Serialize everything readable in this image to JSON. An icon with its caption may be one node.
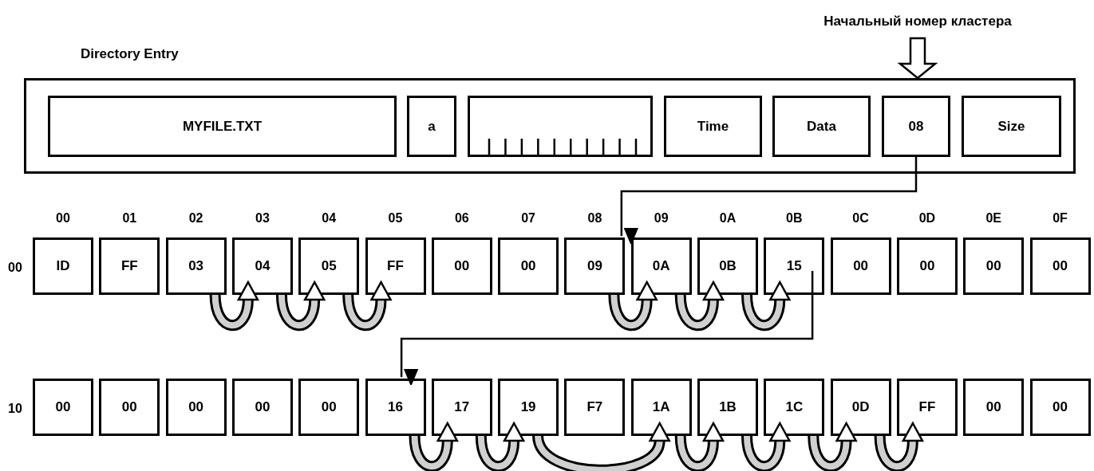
{
  "diagram": {
    "nodes": [
      {
        "text": [
          "Directory Entry"
        ]
      },
      {
        "text": [
          "MYFILE.TXT"
        ],
        "in": 0
      },
      {
        "text": [
          "a"
        ],
        "in": 0
      },
      {
        "text": [],
        "shape": "box",
        "in": 0
      },
      {
        "text": [
          "Time"
        ],
        "in": 0
      },
      {
        "text": [
          "Data"
        ],
        "in": 0
      },
      {
        "text": [
          "08"
        ],
        "in": 0
      },
      {
        "text": [
          "Size"
        ],
        "in": 0
      },
      {
        "text": [
          "Начальный номер кластера"
        ]
      },
      {
        "text": [
          "ID"
        ]
      },
      {
        "text": [
          "FF"
        ]
      },
      {
        "text": [
          "03"
        ]
      },
      {
        "text": [
          "04"
        ]
      },
      {
        "text": [
          "05"
        ]
      },
      {
        "text": [
          "FF"
        ]
      },
      {
        "text": [
          "00"
        ]
      },
      {
        "text": [
          "00"
        ]
      },
      {
        "text": [
          "09"
        ]
      },
      {
        "text": [
          "0A"
        ]
      },
      {
        "text": [
          "0B"
        ]
      },
      {
        "text": [
          "15"
        ]
      },
      {
        "text": [
          "00"
        ]
      },
      {
        "text": [
          "00"
        ]
      },
      {
        "text": [
          "00"
        ]
      },
      {
        "text": [
          "00"
        ]
      },
      {
        "text": [
          "00"
        ]
      },
      {
        "text": [
          "00"
        ]
      },
      {
        "text": [
          "00"
        ]
      },
      {
        "text": [
          "00"
        ]
      },
      {
        "text": [
          "00"
        ]
      },
      {
        "text": [
          "16"
        ]
      },
      {
        "text": [
          "17"
        ]
      },
      {
        "text": [
          "19"
        ]
      },
      {
        "text": [
          "F7"
        ]
      },
      {
        "text": [
          "1A"
        ]
      },
      {
        "text": [
          "1B"
        ]
      },
      {
        "text": [
          "1C"
        ]
      },
      {
        "text": [
          "0D"
        ]
      },
      {
        "text": [
          "FF"
        ]
      },
      {
        "text": [
          "00"
        ]
      },
      {
        "text": [
          "00"
        ]
      }
    ],
    "edges": [
      {
        "from": 8,
        "to": 0,
        "arrow": "to"
      },
      {
        "from": 6,
        "to": 17,
        "arrow": "to"
      },
      {
        "from": 11,
        "to": 12,
        "arrow": "to"
      },
      {
        "from": 12,
        "to": 13,
        "arrow": "to"
      },
      {
        "from": 13,
        "to": 14,
        "arrow": "to"
      },
      {
        "from": 17,
        "to": 18,
        "arrow": "to"
      },
      {
        "from": 18,
        "to": 19,
        "arrow": "to"
      },
      {
        "from": 19,
        "to": 20,
        "arrow": "to"
      },
      {
        "from": 20,
        "to": 30,
        "arrow": "to"
      },
      {
        "from": 30,
        "to": 31,
        "arrow": "to"
      },
      {
        "from": 31,
        "to": 32,
        "arrow": "to"
      },
      {
        "from": 32,
        "to": 34,
        "arrow": "to"
      },
      {
        "from": 34,
        "to": 35,
        "arrow": "to"
      },
      {
        "from": 35,
        "to": 36,
        "arrow": "to"
      },
      {
        "from": 36,
        "to": 37,
        "arrow": "to"
      },
      {
        "from": 37,
        "to": 38,
        "arrow": "to"
      }
    ],
    "labels": [
      "00",
      "01",
      "02",
      "03",
      "04",
      "05",
      "06",
      "07",
      "08",
      "09",
      "0A",
      "0B",
      "0C",
      "0D",
      "0E",
      "0F",
      "00",
      "10"
    ]
  }
}
